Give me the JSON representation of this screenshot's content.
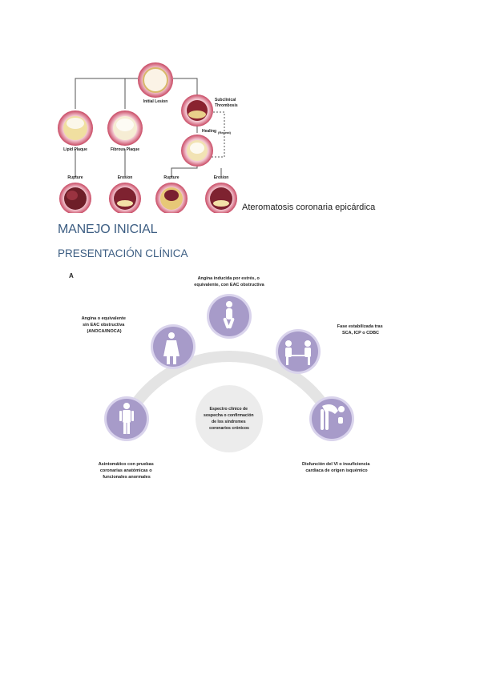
{
  "figure1": {
    "labels": {
      "initial_lesion": "Initial Lesion",
      "subclinical": "Subclinical",
      "thrombosis": "Thrombosis",
      "lipid_plaque": "Lipid Plaque",
      "fibrous_plaque": "Fibrous Plaque",
      "healing": "Healing",
      "repeat": "(Repeat)",
      "rupture_1": "Rupture",
      "erosion_1": "Erosion",
      "rupture_2": "Rupture",
      "erosion_2": "Erosion"
    },
    "caption": "Ateromatosis coronaria epicárdica"
  },
  "headings": {
    "section": "MANEJO INICIAL",
    "subsection": "PRESENTACIÓN CLÍNICA"
  },
  "figure2": {
    "panel_letter": "A",
    "center": [
      "Espectro clínico de",
      "sospecha o confirmación",
      "de los síndromes",
      "coronarios crónicos"
    ],
    "node_top": [
      "Angina inducida por estrés, o",
      "equivalente, con EAC obstructiva"
    ],
    "node_upper_left": [
      "Angina o equivalente",
      "sin EAC obstructiva",
      "(ANOCA/INOCA)"
    ],
    "node_upper_right": [
      "Fase estabilizada tras",
      "SCA, ICP o CDBC"
    ],
    "node_lower_left": [
      "Asintomático con pruebas",
      "coronarias anatómicas o",
      "funcionales anormales"
    ],
    "node_lower_right": [
      "Disfunción del VI o insuficiencia",
      "cardiaca de origen isquémico"
    ],
    "colors": {
      "node_fill": "#a79bc9",
      "node_ring": "#d9d3ec",
      "arc": "#e4e4e4",
      "center": "#ececec"
    }
  }
}
